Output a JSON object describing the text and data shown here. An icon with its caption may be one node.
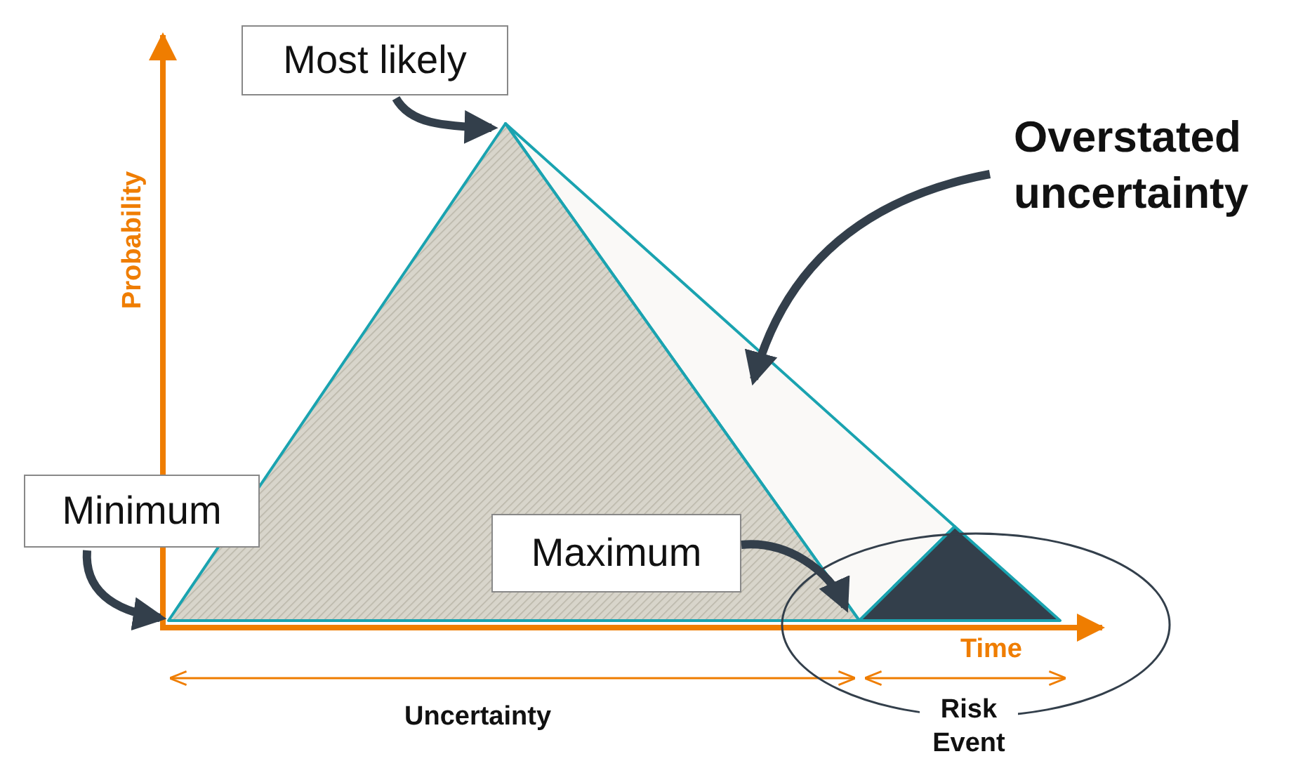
{
  "diagram": {
    "nodes": [
      {
        "text": [
          "Most likely"
        ]
      },
      {
        "text": [
          "Minimum"
        ]
      },
      {
        "text": [
          "Maximum"
        ],
        "in": 4
      },
      {
        "text": [
          "Overstated uncertainty"
        ]
      },
      {
        "text": [],
        "shape": "triangle"
      },
      {
        "text": [],
        "shape": "triangle"
      },
      {
        "text": [],
        "shape": "triangle"
      }
    ],
    "edges": [
      {
        "from": 0,
        "to": 4,
        "arrow": "to"
      },
      {
        "from": 1,
        "to": 4,
        "arrow": "to"
      },
      {
        "from": 2,
        "to": 4,
        "arrow": "to"
      },
      {
        "from": 3,
        "to": 5,
        "arrow": "to"
      }
    ],
    "labels": [
      "Probability",
      "Time",
      "Uncertainty",
      "Risk Event"
    ]
  }
}
